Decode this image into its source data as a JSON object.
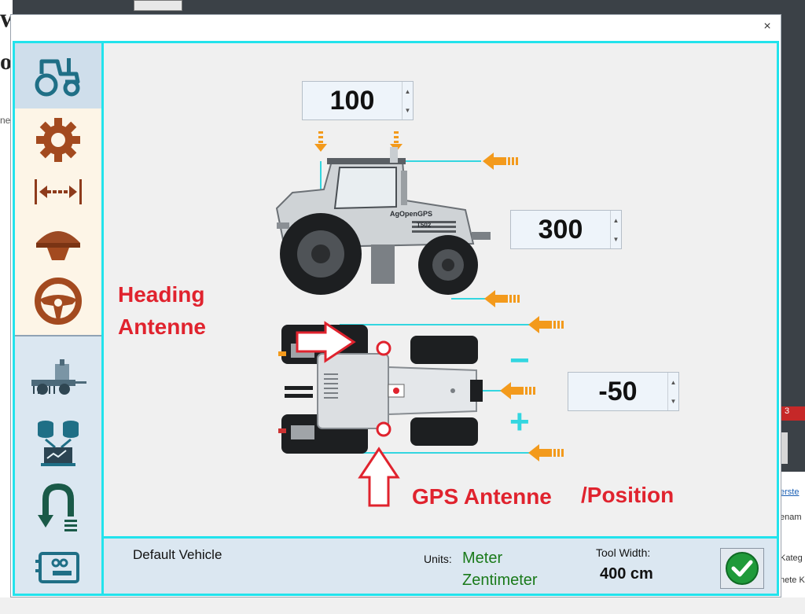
{
  "background": {
    "left_title": "w",
    "left_line2": "o",
    "left_line3": "ne",
    "right_badge": "3",
    "right_texts": [
      "erste",
      "enam",
      "Kateg",
      "nete K"
    ]
  },
  "dialog": {
    "close_glyph": "×"
  },
  "sidebar": {
    "items": [
      {
        "name": "tractor-icon"
      },
      {
        "name": "gear-icon"
      },
      {
        "name": "width-arrows-icon"
      },
      {
        "name": "gps-antenna-icon"
      },
      {
        "name": "steering-wheel-icon"
      },
      {
        "name": "implement-icon"
      },
      {
        "name": "data-transfer-icon"
      },
      {
        "name": "u-turn-icon"
      },
      {
        "name": "control-board-icon"
      }
    ]
  },
  "antenna": {
    "height_value": "100",
    "pivot_distance_value": "300",
    "offset_value": "-50",
    "minus_sign": "−",
    "plus_sign": "+"
  },
  "labels": {
    "heading_line1": "Heading",
    "heading_line2": "Antenne",
    "gps": "GPS Antenne",
    "position": "/Position",
    "tractor_brand": "AgOpenGPS",
    "tractor_model": "T502"
  },
  "footer": {
    "vehicle_name": "Default Vehicle",
    "units_label": "Units:",
    "unit_primary": "Meter",
    "unit_secondary": "Zentimeter",
    "tool_width_label": "Tool Width:",
    "tool_width_value": "400 cm"
  },
  "colors": {
    "accent_cyan": "#22e3ec",
    "label_red": "#e0232e",
    "arrow_orange": "#f39a1c",
    "icon_brown": "#8e3b1c",
    "unit_green": "#1a7a1a"
  }
}
